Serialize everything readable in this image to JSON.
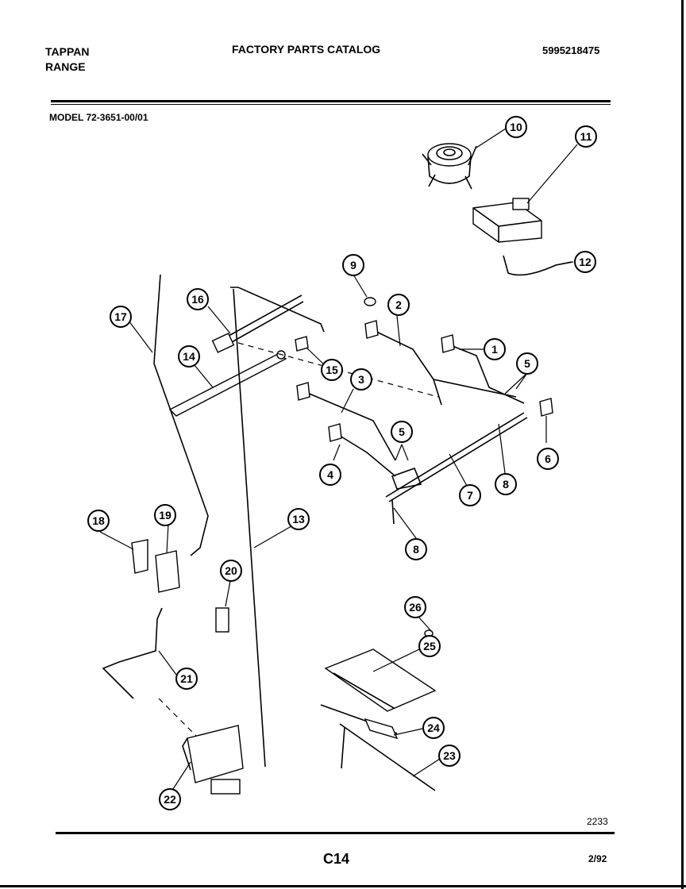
{
  "header": {
    "brand_line1": "TAPPAN",
    "brand_line2": "RANGE",
    "title": "FACTORY PARTS CATALOG",
    "catalog_number": "5995218475",
    "model": "MODEL 72-3651-00/01"
  },
  "footer": {
    "page": "C14",
    "date": "2/92",
    "drawing_ref": "2233"
  },
  "callouts": {
    "c1": "1",
    "c2": "2",
    "c3": "3",
    "c4": "4",
    "c5a": "5",
    "c5b": "5",
    "c6": "6",
    "c7": "7",
    "c8a": "8",
    "c8b": "8",
    "c9": "9",
    "c10": "10",
    "c11": "11",
    "c12": "12",
    "c13": "13",
    "c14": "14",
    "c15": "15",
    "c16": "16",
    "c17": "17",
    "c18": "18",
    "c19": "19",
    "c20": "20",
    "c21": "21",
    "c22": "22",
    "c23": "23",
    "c24": "24",
    "c25": "25",
    "c26": "26"
  }
}
